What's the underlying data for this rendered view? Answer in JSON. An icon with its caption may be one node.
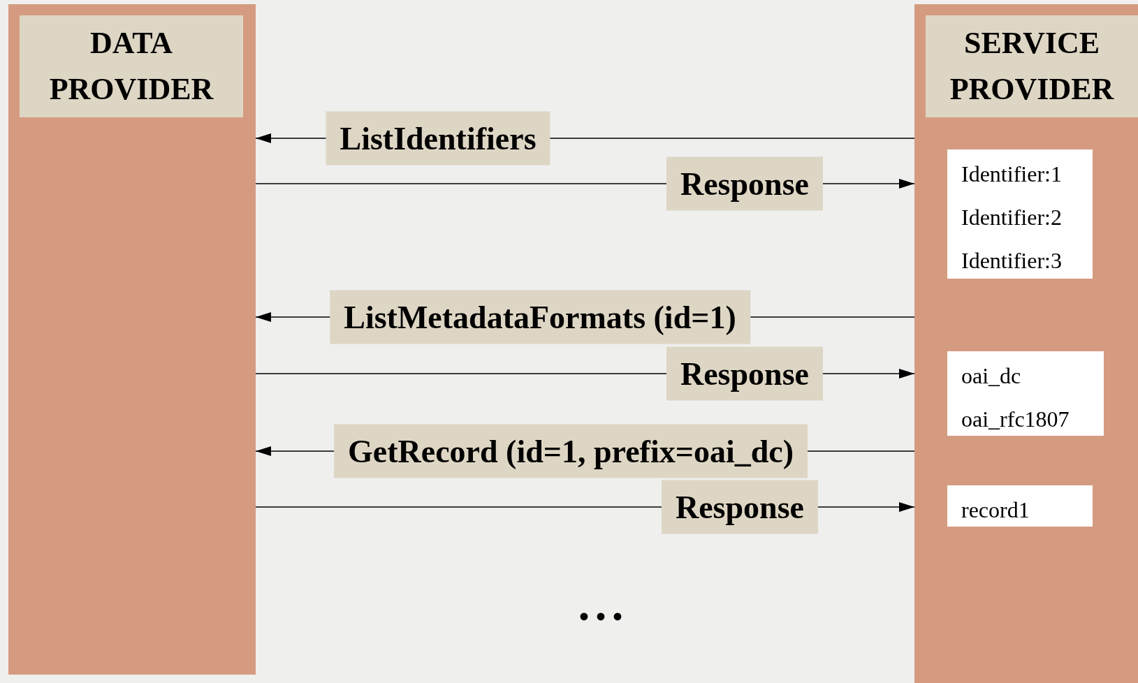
{
  "diagram": {
    "nodes": [
      {
        "text": [
          "DATA PROVIDER"
        ]
      },
      {
        "text": [
          "SERVICE PROVIDER"
        ]
      },
      {
        "text": [
          "Identifier:1",
          "Identifier:2",
          "Identifier:3"
        ],
        "in": 1
      },
      {
        "text": [
          "oai_dc",
          "oai_rfc1807"
        ],
        "in": 1
      },
      {
        "text": [
          "record1"
        ],
        "in": 1
      }
    ],
    "edges": [
      {
        "from": 1,
        "to": 0,
        "arrow": "to",
        "label": "ListIdentifiers"
      },
      {
        "from": 0,
        "to": 1,
        "arrow": "to",
        "label": "Response"
      },
      {
        "from": 1,
        "to": 0,
        "arrow": "to",
        "label": "ListMetadataFormats (id=1)"
      },
      {
        "from": 0,
        "to": 1,
        "arrow": "to",
        "label": "Response"
      },
      {
        "from": 1,
        "to": 0,
        "arrow": "to",
        "label": "GetRecord (id=1, prefix=oai_dc)"
      },
      {
        "from": 0,
        "to": 1,
        "arrow": "to",
        "label": "Response"
      }
    ],
    "labels": [
      "• • •"
    ]
  }
}
